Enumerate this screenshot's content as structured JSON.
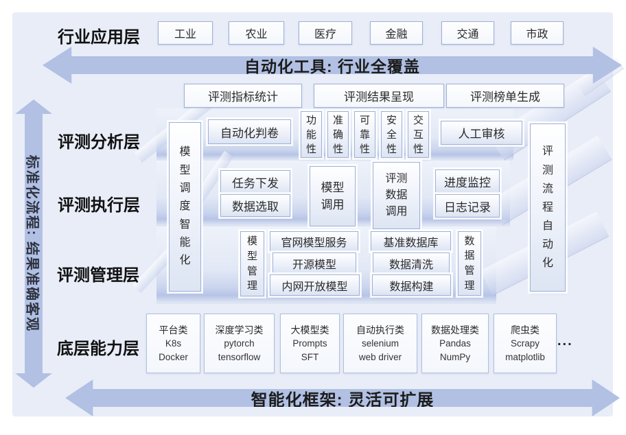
{
  "arrows": {
    "left": "标准化流程: 结果准确客观",
    "top": "自动化工具: 行业全覆盖",
    "bottom": "智能化框架: 灵活可扩展"
  },
  "industry": {
    "label": "行业应用层",
    "items": [
      "工业",
      "农业",
      "医疗",
      "金融",
      "交通",
      "市政"
    ]
  },
  "titles": {
    "metrics": "评测指标统计",
    "results": "评测结果呈现",
    "leaderboard": "评测榜单生成"
  },
  "analysis": {
    "label": "评测分析层",
    "auto_grading": "自动化判卷",
    "qualities": [
      "功能性",
      "准确性",
      "可靠性",
      "安全性",
      "交互性"
    ],
    "manual_review": "人工审核"
  },
  "execution": {
    "label": "评测执行层",
    "task_dispatch": "任务下发",
    "data_select": "数据选取",
    "model_call": "模型\n调用",
    "eval_data_call": "评测\n数据\n调用",
    "progress": "进度监控",
    "logging": "日志记录"
  },
  "management": {
    "label": "评测管理层",
    "model_mgmt": "模型管理",
    "official": "官网模型服务",
    "open_source": "开源模型",
    "intranet": "内网开放模型",
    "benchmark": "基准数据库",
    "cleaning": "数据清洗",
    "construction": "数据构建",
    "data_mgmt": "数据管理"
  },
  "spines": {
    "scheduling": "模型调度智能化",
    "pipeline": "评测流程自动化"
  },
  "base": {
    "label": "底层能力层",
    "ellipsis": "...",
    "capabilities": [
      {
        "title": "平台类",
        "line1": "K8s",
        "line2": "Docker"
      },
      {
        "title": "深度学习类",
        "line1": "pytorch",
        "line2": "tensorflow"
      },
      {
        "title": "大模型类",
        "line1": "Prompts",
        "line2": "SFT"
      },
      {
        "title": "自动执行类",
        "line1": "selenium",
        "line2": "web driver"
      },
      {
        "title": "数据处理类",
        "line1": "Pandas",
        "line2": "NumPy"
      },
      {
        "title": "爬虫类",
        "line1": "Scrapy",
        "line2": "matplotlib"
      }
    ]
  },
  "colors": {
    "panel_bg": "#e9edf8",
    "arrow_fill": "#b1c0e3",
    "band_dark": "#b7c4e6",
    "box_border": "#9fb0d6",
    "label_text": "#111111"
  }
}
